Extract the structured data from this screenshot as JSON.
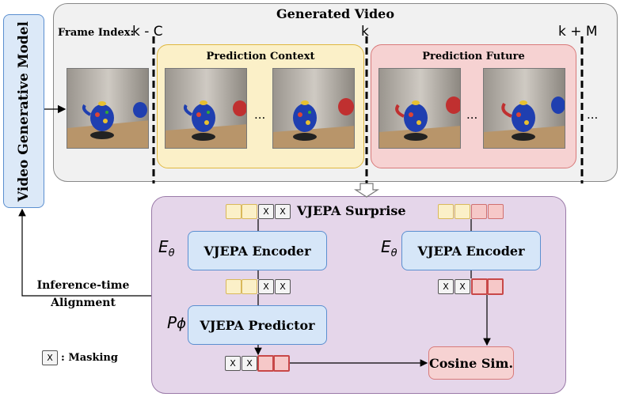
{
  "model": {
    "label": "Video Generative Model"
  },
  "generated_video": {
    "title": "Generated Video",
    "frame_index_label": "Frame Index:",
    "indices": {
      "start": "k - C",
      "mid": "k",
      "end": "k + M"
    },
    "context": {
      "title": "Prediction Context",
      "ellipsis": "..."
    },
    "future": {
      "title": "Prediction Future",
      "ellipsis": "..."
    },
    "trailing_ellipsis": "..."
  },
  "surprise": {
    "title": "VJEPA Surprise",
    "encoder_left": {
      "label": "VJEPA Encoder",
      "symbol": "E",
      "sub": "θ"
    },
    "encoder_right": {
      "label": "VJEPA Encoder",
      "symbol": "E",
      "sub": "θ"
    },
    "predictor": {
      "label": "VJEPA Predictor",
      "symbol": "P",
      "sub": "ϕ"
    },
    "cosine": {
      "label": "Cosine Sim."
    },
    "mask_token": "X"
  },
  "alignment": {
    "line1": "Inference-time",
    "line2": "Alignment"
  },
  "legend": {
    "mask_token": "X",
    "label": ": Masking"
  }
}
